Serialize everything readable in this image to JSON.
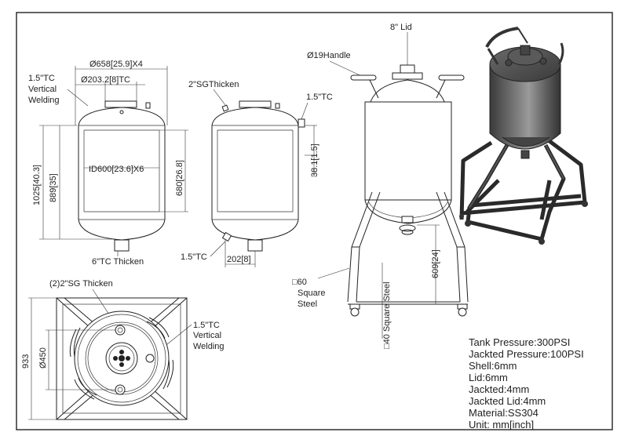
{
  "front_view": {
    "dia_outer": "Ø658[25.9]X4",
    "dia_top": "Ø203.2[8]TC",
    "tc_top_left": "1.5\"TC",
    "vertical_welding_1": "Vertical",
    "vertical_welding_2": "Welding",
    "id_label": "ID600[23.6]X6",
    "height_total": "1025[40.3]",
    "height_shell": "889[35]",
    "height_straight": "680[26.8]",
    "bottom_label": "6\"TC Thicken"
  },
  "side_view": {
    "sg_label": "2\"SGThicken",
    "tc_right": "1.5\"TC",
    "dim_right": "38.1[1.5]",
    "tc_bottom": "1.5\"TC",
    "dim_bottom": "202[8]"
  },
  "stand_view": {
    "lid": "8\" Lid",
    "handle": "Ø19Handle",
    "leg_dim": "609[24]",
    "sq60_1": "□60",
    "sq60_2": "Square",
    "sq60_3": "Steel",
    "sq40": "□40 Square Steel"
  },
  "top_view": {
    "sg_label": "(2)2\"SG Thicken",
    "tc_label_1": "1.5\"TC",
    "tc_label_2": "Vertical",
    "tc_label_3": "Welding",
    "dia_450": "Ø450",
    "width_933": "933"
  },
  "specs": [
    {
      "label": "Tank Pressure:",
      "value": "300PSI"
    },
    {
      "label": "Jackted Pressure:",
      "value": "100PSI"
    },
    {
      "label": "Shell:",
      "value": "6mm"
    },
    {
      "label": "Lid:",
      "value": "6mm"
    },
    {
      "label": "Jackted:",
      "value": "4mm"
    },
    {
      "label": "Jackted Lid:",
      "value": "4mm"
    },
    {
      "label": "Material:",
      "value": "SS304"
    },
    {
      "label": "Unit: mm[inch]",
      "value": ""
    }
  ],
  "colors": {
    "line": "#222222",
    "metal_dark": "#4a4a4a",
    "metal_mid": "#6e6e6e",
    "metal_light": "#9a9a9a"
  }
}
